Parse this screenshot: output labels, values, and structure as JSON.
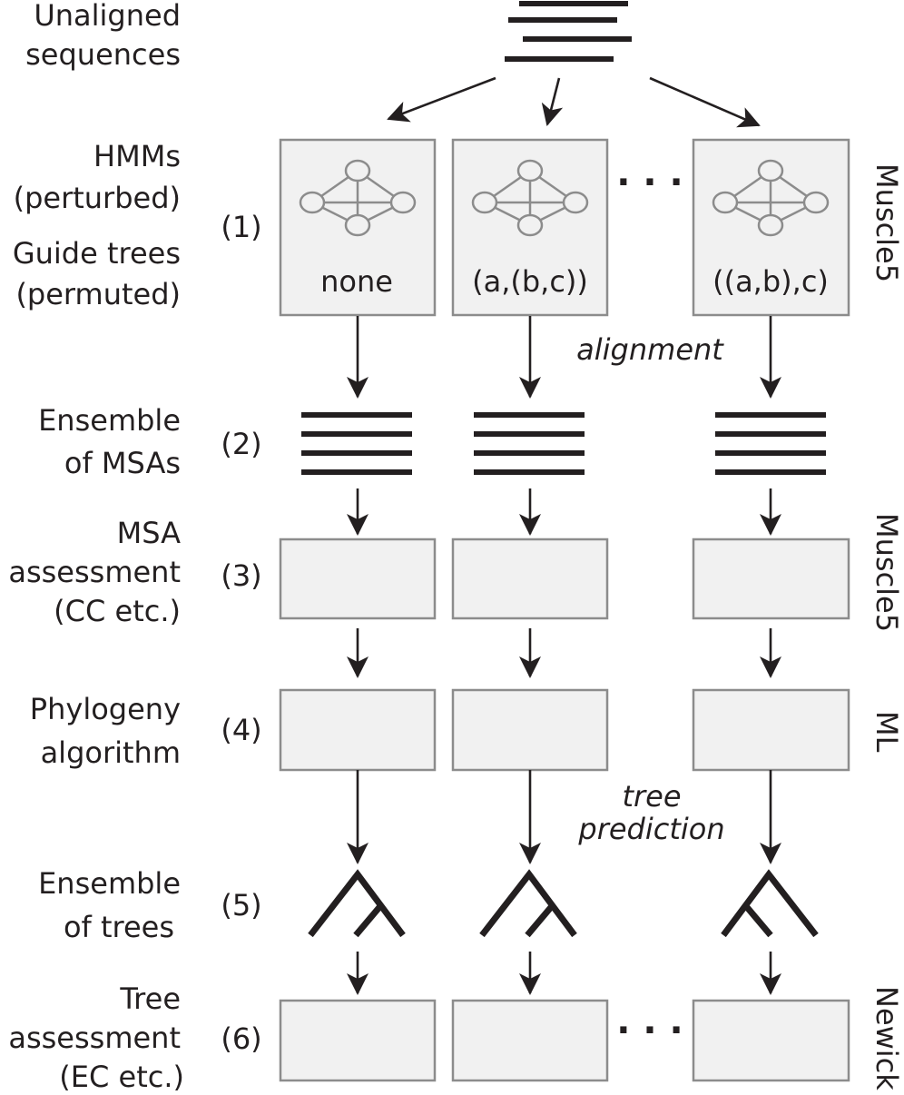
{
  "rows": {
    "unaligned": [
      "Unaligned",
      "sequences"
    ],
    "hmms": [
      "HMMs",
      "(perturbed)"
    ],
    "guide_trees": [
      "Guide trees",
      "(permuted)"
    ],
    "ensemble_msas": [
      "Ensemble",
      "of MSAs"
    ],
    "msa_assessment": [
      "MSA",
      "assessment",
      "(CC etc.)"
    ],
    "phylogeny": [
      "Phylogeny",
      "algorithm"
    ],
    "ensemble_trees": [
      "Ensemble",
      "of trees"
    ],
    "tree_assessment": [
      "Tree",
      "assessment",
      "(EC etc.)"
    ]
  },
  "steps": [
    "(1)",
    "(2)",
    "(3)",
    "(4)",
    "(5)",
    "(6)"
  ],
  "guide_tree_labels": [
    "none",
    "(a,(b,c))",
    "((a,b),c)"
  ],
  "ellipsis": "· · ·",
  "annotations": {
    "alignment": "alignment",
    "tree_prediction": [
      "tree",
      "prediction"
    ]
  },
  "side_labels": {
    "top": "Muscle5",
    "middle": "Muscle5",
    "ml": "ML",
    "bottom": "Newick"
  },
  "colors": {
    "box_fill": "#f1f1f1",
    "box_stroke": "#8c8c8c",
    "ink": "#231f20"
  }
}
